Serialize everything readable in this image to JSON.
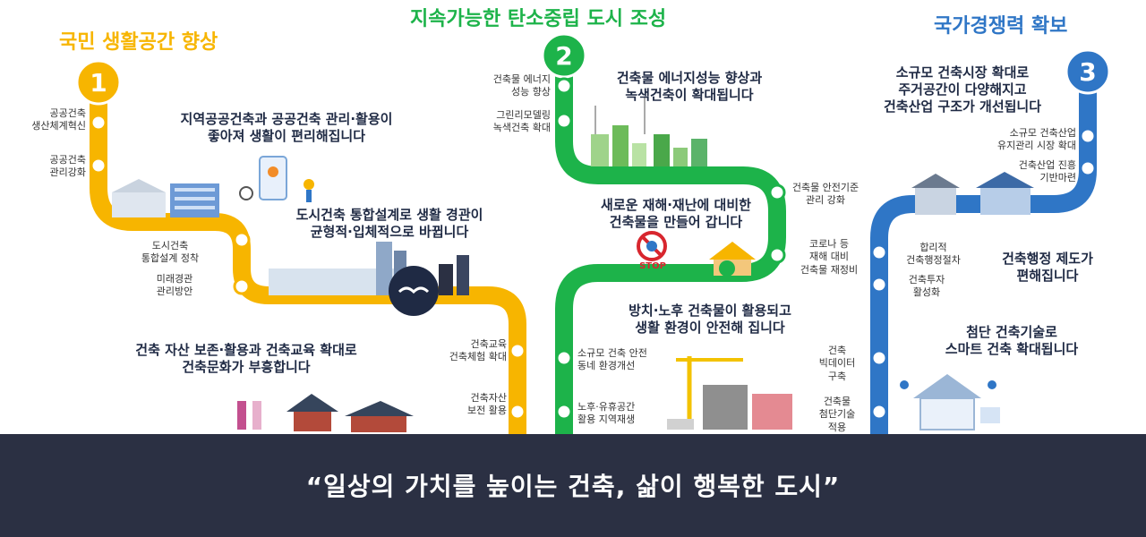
{
  "colors": {
    "yellow": "#f7b500",
    "green": "#1db34a",
    "blue": "#2f76c6",
    "navy": "#1f2a44",
    "bottom": "#2b3043"
  },
  "line1": {
    "number": "1",
    "heading": "국민 생활공간 향상",
    "stations": [
      "공공건축\n생산체계혁신",
      "공공건축\n관리강화",
      "도시건축\n통합설계 정착",
      "미래경관\n관리방안",
      "건축교육\n건축체험 확대",
      "건축자산\n보전 활용"
    ],
    "topics": [
      "지역공공건축과 공공건축 관리·활용이\n좋아져 생활이 편리해집니다",
      "도시건축 통합설계로 생활 경관이\n균형적·입체적으로 바뀝니다",
      "건축 자산 보존·활용과 건축교육 확대로\n건축문화가 부흥합니다"
    ]
  },
  "line2": {
    "number": "2",
    "heading": "지속가능한 탄소중립 도시 조성",
    "stations": [
      "건축물 에너지\n성능 향상",
      "그린리모델링\n녹색건축 확대",
      "건축물 안전기준\n관리 강화",
      "코로나 등\n재해 대비\n건축물 재정비",
      "소규모 건축 안전\n동네 환경개선",
      "노후·유휴공간\n활용 지역재생"
    ],
    "topics": [
      "건축물 에너지성능 향상과\n녹색건축이 확대됩니다",
      "새로운 재해·재난에 대비한\n건축물을 만들어 갑니다",
      "방치·노후 건축물이 활용되고\n생활 환경이 안전해 집니다"
    ],
    "stop_label": "STOP"
  },
  "line3": {
    "number": "3",
    "heading": "국가경쟁력 확보",
    "stations": [
      "소규모 건축산업\n유지관리 시장 확대",
      "건축산업 진흥\n기반마련",
      "합리적\n건축행정절차",
      "건축투자\n활성화",
      "건축\n빅데이터\n구축",
      "건축물\n첨단기술\n적용"
    ],
    "topics": [
      "소규모 건축시장 확대로\n주거공간이 다양해지고\n건축산업 구조가 개선됩니다",
      "건축행정 제도가\n편해집니다",
      "첨단 건축기술로\n스마트 건축 확대됩니다"
    ]
  },
  "slogan": "“일상의 가치를 높이는 건축, 삶이 행복한 도시”"
}
